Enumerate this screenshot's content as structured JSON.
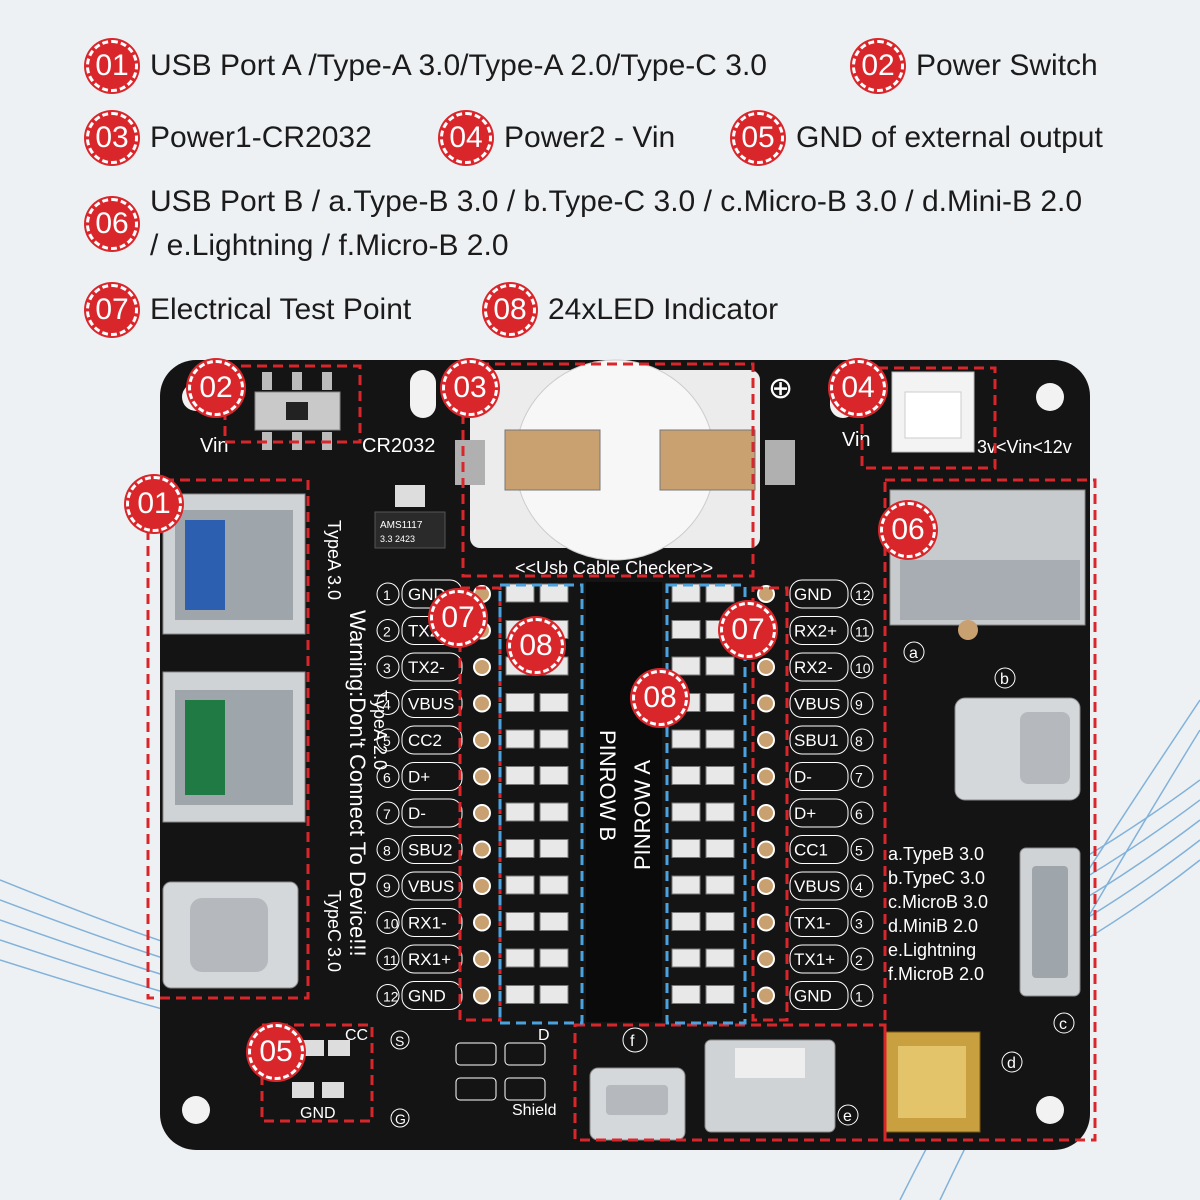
{
  "legend": {
    "items": [
      {
        "num": "01",
        "text": "USB Port A /Type-A 3.0/Type-A 2.0/Type-C 3.0"
      },
      {
        "num": "02",
        "text": "Power Switch"
      },
      {
        "num": "03",
        "text": "Power1-CR2032"
      },
      {
        "num": "04",
        "text": "Power2 - Vin"
      },
      {
        "num": "05",
        "text": "GND of external output"
      },
      {
        "num": "06",
        "text": "USB Port B / a.Type-B 3.0 / b.Type-C 3.0 / c.Micro-B 3.0 / d.Mini-B 2.0",
        "text2": "/ e.Lightning / f.Micro-B 2.0"
      },
      {
        "num": "07",
        "text": "Electrical Test Point"
      },
      {
        "num": "08",
        "text": "24xLED Indicator"
      }
    ]
  },
  "board": {
    "switch_label_left": "Vin",
    "switch_label_right": "CR2032",
    "regulator": "AMS1117",
    "regulator_sub": "3.3  2423",
    "checker_label": "<<Usb Cable Checker>>",
    "vin_label": "Vin",
    "vin_range": "3v<Vin<12v",
    "plus_symbol": "⊕",
    "warning_lines": [
      "TypeA 3.0",
      "Warning:Don't Connect To Device!!!",
      "TypeA 2.0",
      "TypeC 3.0"
    ],
    "pinrow_b": "PINROW B",
    "pinrow_a": "PINROW A",
    "left_pins": [
      "GND",
      "TX2+",
      "TX2-",
      "VBUS",
      "CC2",
      "D+",
      "D-",
      "SBU2",
      "VBUS",
      "RX1-",
      "RX1+",
      "GND"
    ],
    "left_nums": [
      "1",
      "2",
      "3",
      "4",
      "5",
      "6",
      "7",
      "8",
      "9",
      "10",
      "11",
      "12"
    ],
    "right_pins": [
      "GND",
      "RX2+",
      "RX2-",
      "VBUS",
      "SBU1",
      "D-",
      "D+",
      "CC1",
      "VBUS",
      "TX1-",
      "TX1+",
      "GND"
    ],
    "right_nums": [
      "12",
      "11",
      "10",
      "9",
      "8",
      "7",
      "6",
      "5",
      "4",
      "3",
      "2",
      "1"
    ],
    "portb_list": [
      "a.TypeB 3.0",
      "b.TypeC 3.0",
      "c.MicroB 3.0",
      "d.MiniB 2.0",
      "e.Lightning",
      "f.MicroB 2.0"
    ],
    "port_letters": [
      "a",
      "b",
      "c",
      "d",
      "e",
      "f"
    ],
    "cc_label": "CC",
    "gnd_label": "GND",
    "shield_label": "Shield",
    "d_label": "D",
    "s_label": "S",
    "g_label": "G"
  },
  "colors": {
    "badge": "#d9262b",
    "pcb": "#141414",
    "silk": "#ffffff",
    "led_box": "#4aa3df"
  }
}
